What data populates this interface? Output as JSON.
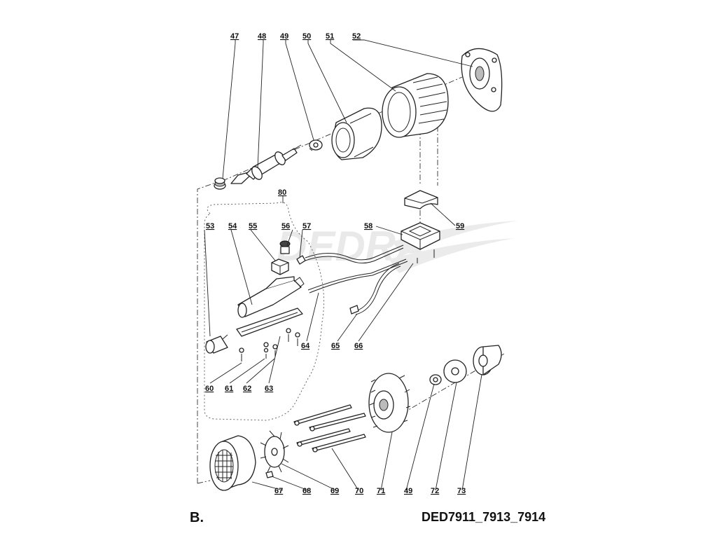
{
  "section_label": "B.",
  "model_label": "DED7911_7913_7914",
  "watermark": "DEDRA",
  "callouts": [
    "47",
    "48",
    "49",
    "50",
    "51",
    "52",
    "80",
    "53",
    "54",
    "55",
    "56",
    "57",
    "58",
    "59",
    "64",
    "65",
    "66",
    "60",
    "61",
    "62",
    "63",
    "67",
    "68",
    "69",
    "70",
    "71",
    "49",
    "72",
    "73"
  ]
}
